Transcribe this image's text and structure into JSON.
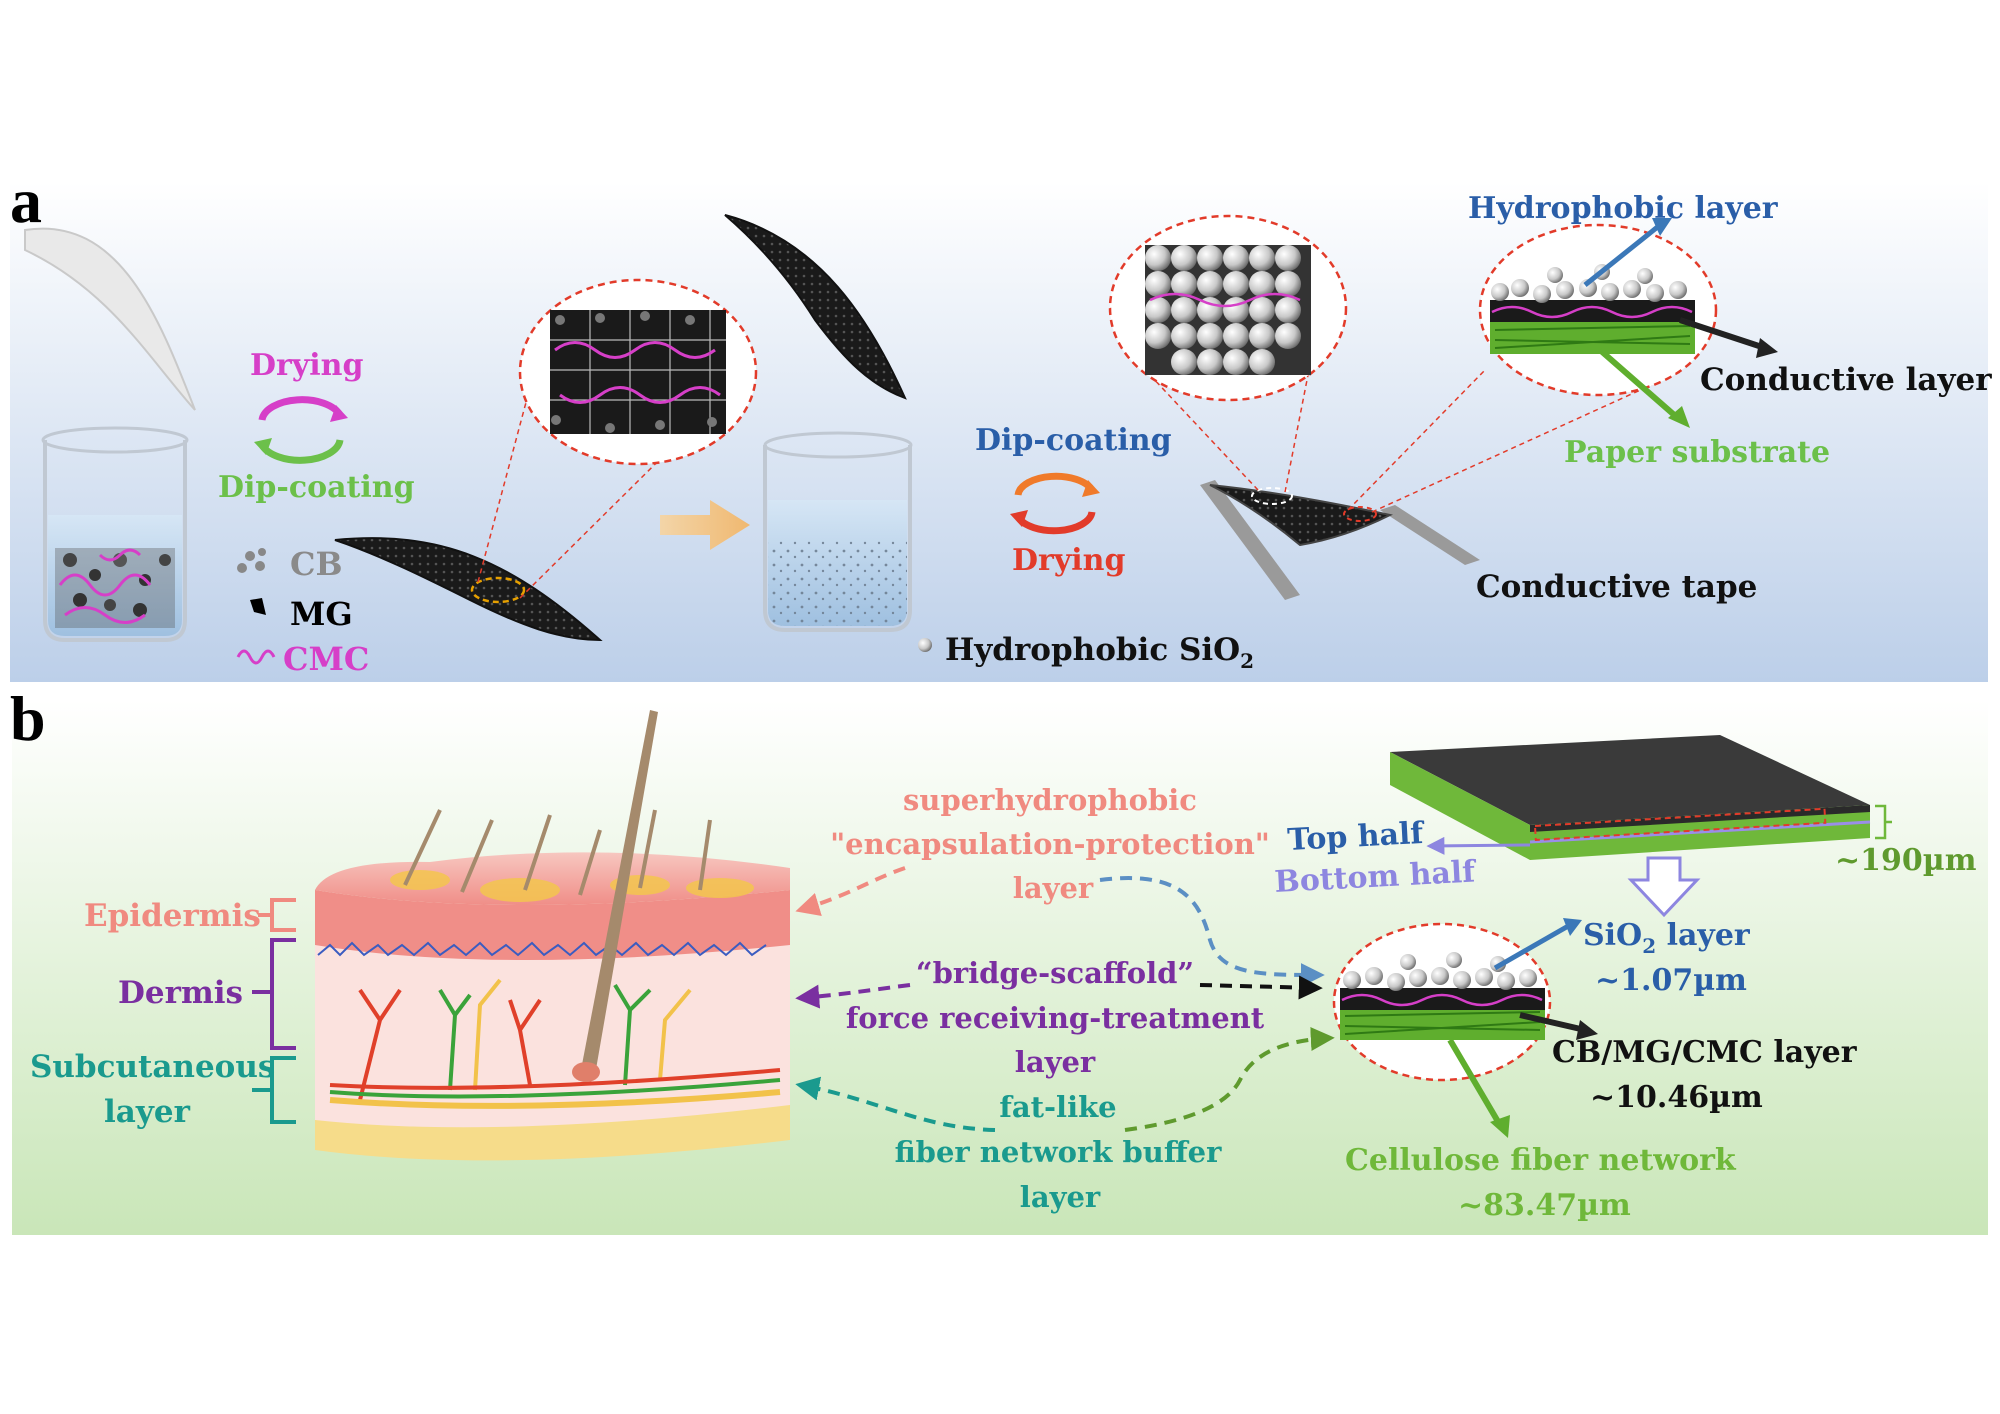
{
  "panel_a": {
    "letter": "a",
    "drying": "Drying",
    "dip_coating": "Dip-coating",
    "legend_cb": "CB",
    "legend_mg": "MG",
    "legend_cmc": "CMC",
    "dip_coating_2": "Dip-coating",
    "drying_2": "Drying",
    "hydrophobic_sio2": "Hydrophobic SiO",
    "sio2_sub": "2",
    "hydrophobic_layer": "Hydrophobic layer",
    "conductive_layer": "Conductive layer",
    "paper_substrate": "Paper substrate",
    "conductive_tape": "Conductive tape"
  },
  "panel_b": {
    "letter": "b",
    "epidermis": "Epidermis",
    "dermis": "Dermis",
    "subcutaneous_1": "Subcutaneous",
    "subcutaneous_2": "layer",
    "superhydrophobic_1": "superhydrophobic",
    "superhydrophobic_2": "\"encapsulation-protection\"",
    "superhydrophobic_3": "layer",
    "bridge_1": "“bridge-scaffold”",
    "bridge_2": "force receiving-treatment",
    "bridge_3": "layer",
    "fat_1": "fat-like",
    "fat_2": "fiber network buffer",
    "fat_3": "layer",
    "top_half": "Top half",
    "bottom_half": "Bottom half",
    "thickness_total": "~190µm",
    "sio2_layer_prefix": "SiO",
    "sio2_layer_sub": "2",
    "sio2_layer_suffix": " layer",
    "sio2_thickness": "~1.07µm",
    "cb_layer": "CB/MG/CMC layer",
    "cb_thickness": "~10.46µm",
    "cellulose": "Cellulose fiber network",
    "cellulose_thickness": "~83.47µm"
  },
  "colors": {
    "magenta": "#d63fc8",
    "green_label": "#6cc04a",
    "blue_label": "#2a5ea8",
    "red": "#e23b2a",
    "salmon": "#f08a80",
    "purple": "#7a2fa0",
    "teal": "#1a9a8e",
    "lavender": "#9a8ee8",
    "cellulose_green": "#6fb83a"
  }
}
